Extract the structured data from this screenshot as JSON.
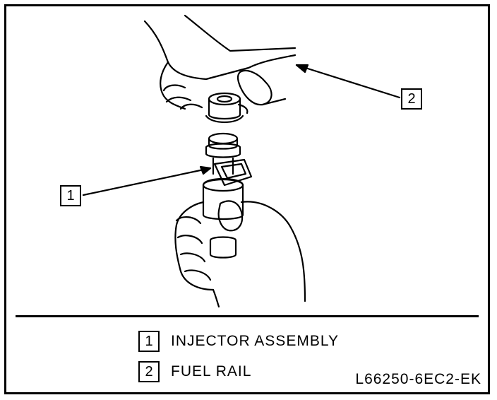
{
  "callouts": [
    {
      "number": "1"
    },
    {
      "number": "2"
    }
  ],
  "legend": [
    {
      "number": "1",
      "label": "INJECTOR ASSEMBLY"
    },
    {
      "number": "2",
      "label": "FUEL RAIL"
    }
  ],
  "figure_code": "L66250-6EC2-EK"
}
